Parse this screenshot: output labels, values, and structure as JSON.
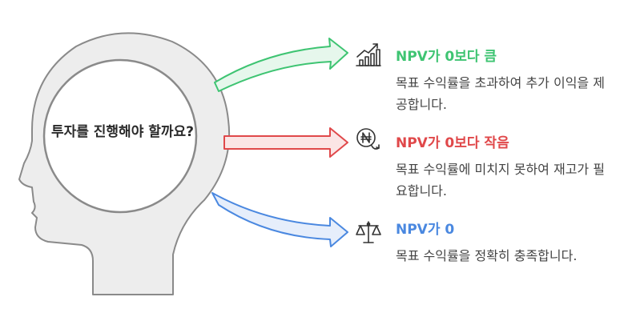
{
  "question": "투자를 진행해야 할까요?",
  "colors": {
    "green": "#3ec472",
    "red": "#e0484a",
    "blue": "#4a88e0",
    "head_stroke": "#8a8a8a",
    "head_fill": "#ededed"
  },
  "outcomes": [
    {
      "title": "NPV가 0보다 큼",
      "description": "목표 수익률을 초과하여 추가 이익을 제공합니다.",
      "icon": "growth-chart-icon"
    },
    {
      "title": "NPV가 0보다 작음",
      "description": "목표 수익률에 미치지 못하여 재고가 필요합니다.",
      "icon": "currency-down-icon"
    },
    {
      "title": "NPV가 0",
      "description": "목표 수익률을 정확히 충족합니다.",
      "icon": "balance-scale-icon"
    }
  ]
}
